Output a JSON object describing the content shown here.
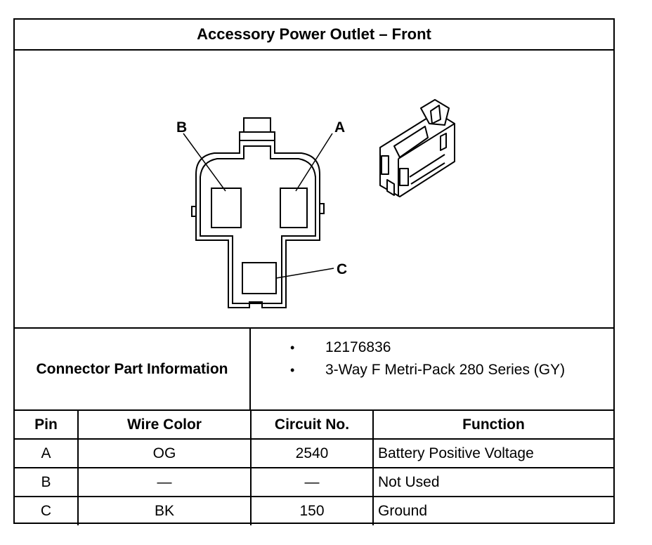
{
  "title": "Accessory Power Outlet – Front",
  "diagram": {
    "pin_labels": {
      "a": "A",
      "b": "B",
      "c": "C"
    }
  },
  "connector_info": {
    "label": "Connector Part Information",
    "bullet": "•",
    "items": [
      "12176836",
      "3-Way F Metri-Pack 280 Series (GY)"
    ]
  },
  "pin_table": {
    "headers": {
      "pin": "Pin",
      "wire_color": "Wire Color",
      "circuit": "Circuit No.",
      "function": "Function"
    },
    "rows": [
      {
        "pin": "A",
        "wire_color": "OG",
        "circuit": "2540",
        "function": "Battery Positive Voltage"
      },
      {
        "pin": "B",
        "wire_color": "—",
        "circuit": "—",
        "function": "Not Used"
      },
      {
        "pin": "C",
        "wire_color": "BK",
        "circuit": "150",
        "function": "Ground"
      }
    ]
  }
}
